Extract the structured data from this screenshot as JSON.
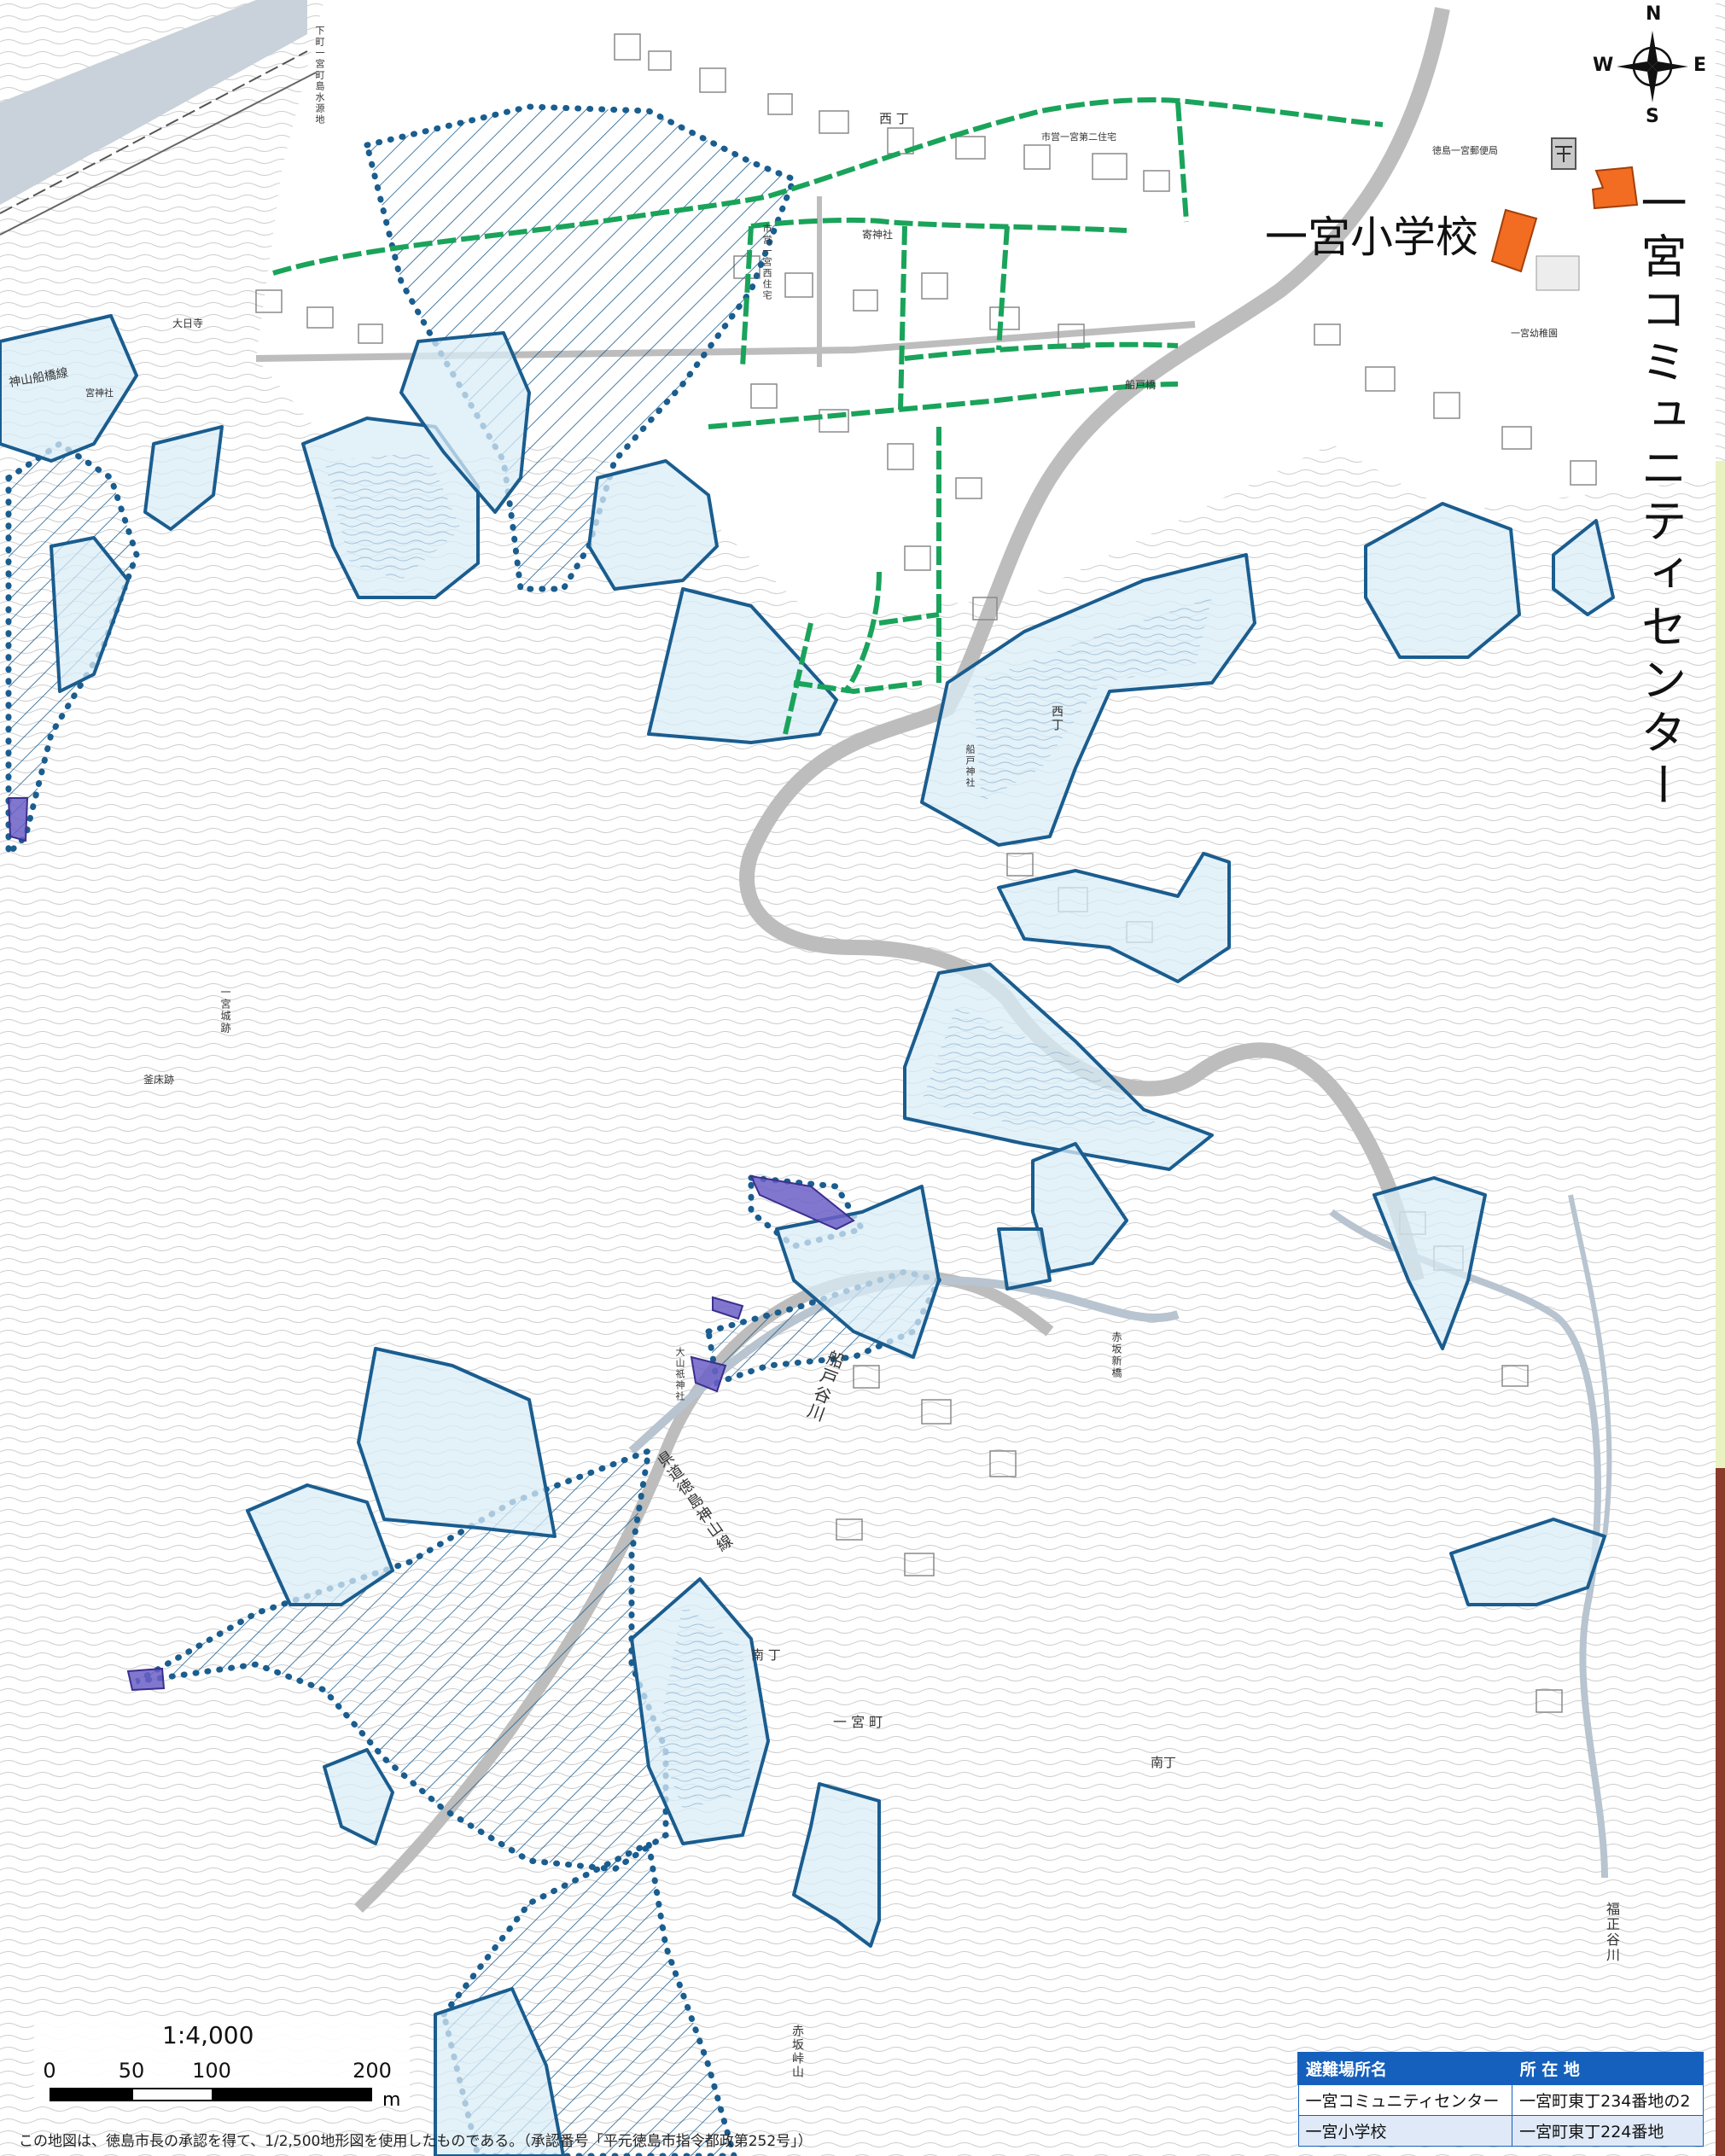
{
  "title_school": "一宮小学校",
  "title_community": "一宮コミュニティセンター",
  "compass": {
    "n": "N",
    "s": "S",
    "e": "E",
    "w": "W"
  },
  "colors": {
    "hazard_outline": "#1a5d8f",
    "hazard_fill": "#d9ecf7",
    "dotted_zone": "#1a5d8f",
    "special_zone": "#6b5fc7",
    "evacuation_route": "#1aa35a",
    "facility": "#f26c21",
    "road": "#bdbdbd",
    "river": "#b8c4cf"
  },
  "place_labels": {
    "nishicho": "西 丁",
    "nishicho2": "西丁",
    "minamicho": "南 丁",
    "minamicho2": "南丁",
    "ichinomiyacho": "一 宮 町",
    "funato_river": "船戸谷川",
    "fukusho_river": "福正谷川",
    "prefectural_road": "県道徳島神山線",
    "funato_bridge": "船戸橋",
    "akasaka_bridge": "赤坂新橋",
    "akasaka_mt": "赤坂峠山",
    "kamiyama_line": "神山船橋線",
    "dainichiji": "大日寺",
    "yorigami": "寄神社",
    "ichinomiya_castle": "一宮城跡",
    "kamaya": "釜床跡",
    "post_office": "徳島一宮郵便局",
    "kindergarten": "一宮幼稚園",
    "housing": "市営一宮第二住宅",
    "housing2": "市営一宮西住宅",
    "funato_shrine": "船戸神社",
    "oyamazumi": "大山祇神社",
    "water_plant": "下町一宮町島水源地",
    "tenjinsha": "宮神社"
  },
  "scale": {
    "ratio": "1:4,000",
    "ticks": [
      "0",
      "50",
      "100",
      "200"
    ],
    "unit": "m"
  },
  "legend": {
    "headers": [
      "避難場所名",
      "所 在 地"
    ],
    "rows": [
      [
        "一宮コミュニティセンター",
        "一宮町東丁234番地の2"
      ],
      [
        "一宮小学校",
        "一宮町東丁224番地"
      ]
    ]
  },
  "credit": "この地図は、徳島市長の承認を得て、1/2,500地形図を使用したものである。（承認番号「平元徳島市指令都政第252号」）"
}
